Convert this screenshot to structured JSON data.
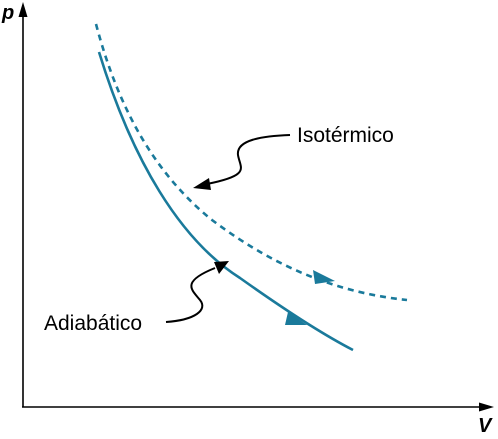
{
  "axes": {
    "y_label": "p",
    "x_label": "V"
  },
  "labels": {
    "isothermal": "Isotérmico",
    "adiabatic": "Adiabático"
  },
  "colors": {
    "curve": "#1a7a9b",
    "axis": "#000000",
    "text": "#000000"
  }
}
